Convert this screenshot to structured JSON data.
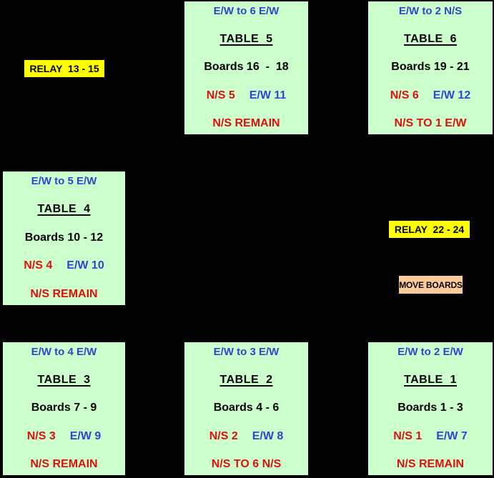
{
  "diagram": {
    "description_colors": {
      "background": "#000000",
      "table_box_bg": "#ccffcc",
      "table_box_border": "#000000",
      "relay_bg": "#ffff00",
      "move_boards_bg": "#ffcc99",
      "rotation_text": "#2e45d2",
      "ns_text": "#e01010",
      "static_text": "#000000"
    }
  },
  "tables": [
    {
      "id": "table-5",
      "header": "E/W to 6 E/W",
      "title": "TABLE  5",
      "boards": "Boards 16  -  18",
      "ns": "N/S 5",
      "ew": "E/W 11",
      "footer": "N/S REMAIN"
    },
    {
      "id": "table-6",
      "header": "E/W to 2 N/S",
      "title": "TABLE  6",
      "boards": "Boards 19 - 21",
      "ns": "N/S 6",
      "ew": "E/W 12",
      "footer": "N/S TO 1 E/W"
    },
    {
      "id": "table-4",
      "header": "E/W to 5 E/W",
      "title": "TABLE  4",
      "boards": "Boards 10 - 12",
      "ns": "N/S 4",
      "ew": "E/W 10",
      "footer": "N/S REMAIN"
    },
    {
      "id": "table-3",
      "header": "E/W to 4 E/W",
      "title": "TABLE  3",
      "boards": "Boards 7 - 9",
      "ns": "N/S 3",
      "ew": "E/W 9",
      "footer": "N/S REMAIN"
    },
    {
      "id": "table-2",
      "header": "E/W to 3 E/W",
      "title": "TABLE  2",
      "boards": "Boards 4 - 6",
      "ns": "N/S 2",
      "ew": "E/W 8",
      "footer": "N/S TO 6 N/S"
    },
    {
      "id": "table-1",
      "header": "E/W to 2 E/W",
      "title": "TABLE  1",
      "boards": "Boards 1 - 3",
      "ns": "N/S 1",
      "ew": "E/W 7",
      "footer": "N/S REMAIN"
    }
  ],
  "badges": {
    "relay_top_left": "RELAY  13 - 15",
    "relay_right": "RELAY  22 - 24",
    "move_boards": "MOVE BOARDS"
  }
}
